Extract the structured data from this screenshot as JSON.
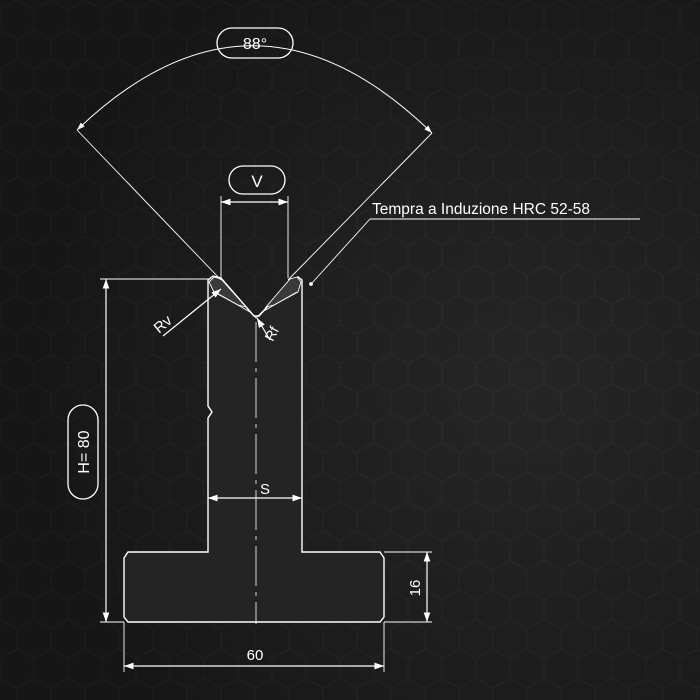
{
  "drawing": {
    "angle_label": "88°",
    "v_label": "V",
    "hardening_note": "Tempra a Induzione HRC 52-58",
    "rv_label": "Rv",
    "rf_label": "Rf",
    "height_label": "H= 80",
    "s_label": "S",
    "base_height_label": "16",
    "base_width_label": "60"
  },
  "colors": {
    "background": "#1e1e1e",
    "line": "#ffffff",
    "hex_pattern": "#2a2a2a",
    "die_fill": "#232323"
  }
}
